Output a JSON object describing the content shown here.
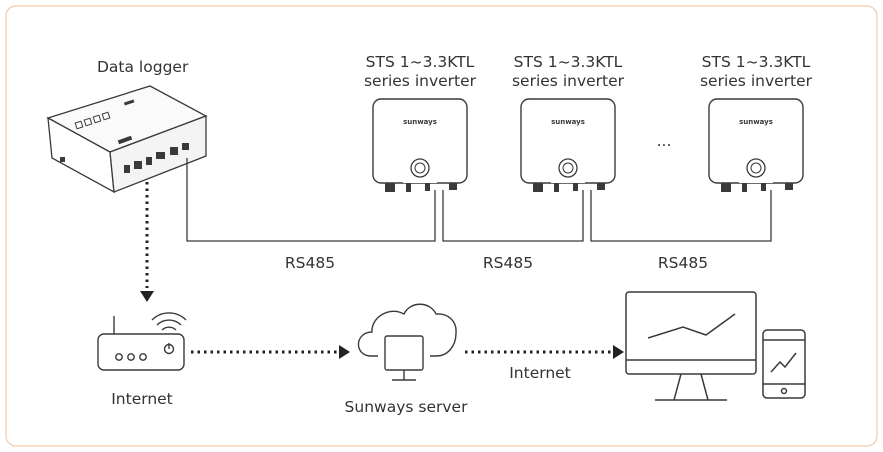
{
  "labels": {
    "data_logger": "Data logger",
    "inverter_line1": "STS 1~3.3KTL",
    "inverter_line2": "series inverter",
    "ellipsis": "...",
    "rs485": "RS485",
    "internet_router": "Internet",
    "server": "Sunways server",
    "internet_link": "Internet"
  },
  "brand": "sunways",
  "colors": {
    "frame": "#f2c9a6",
    "line": "#3a3a3a",
    "text": "#333333"
  }
}
